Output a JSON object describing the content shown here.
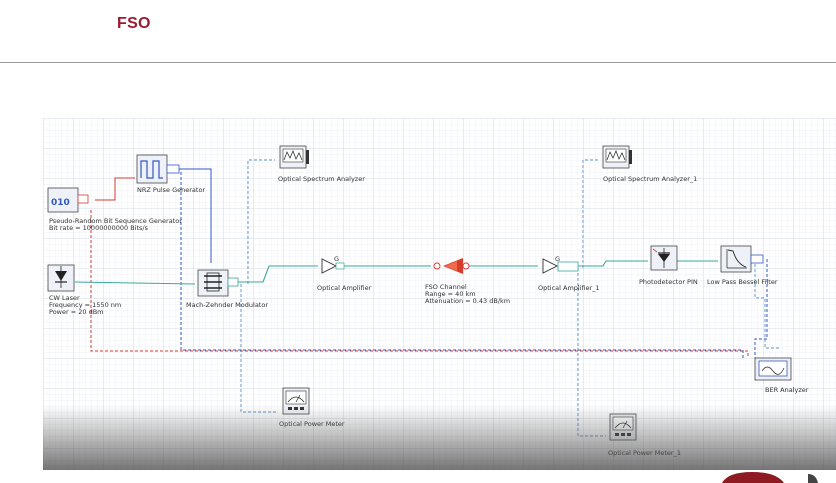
{
  "title": "FSO",
  "colors": {
    "title": "#9b1b30",
    "grid": "#d8e0ec",
    "optical_link": "#3aa79b",
    "electrical_link": "#d63b2e",
    "electrical_blue": "#3357c4",
    "monitor_link": "#5a8fc9",
    "component_border": "#444444"
  },
  "components": {
    "prbs": {
      "name": "Pseudo-Random Bit Sequence Generator",
      "param1": "Bit rate = 10000000000  Bits/s",
      "icon": "bit-sequence-icon"
    },
    "nrz": {
      "name": "NRZ Pulse Generator",
      "icon": "pulse-generator-icon"
    },
    "laser": {
      "name": "CW Laser",
      "param1": "Frequency = 1550  nm",
      "param2": "Power = 20  dBm",
      "icon": "laser-icon"
    },
    "mzm": {
      "name": "Mach-Zehnder Modulator",
      "icon": "modulator-icon"
    },
    "osa1": {
      "name": "Optical Spectrum Analyzer",
      "icon": "spectrum-analyzer-icon"
    },
    "opm1": {
      "name": "Optical Power Meter",
      "icon": "power-meter-icon"
    },
    "amp1": {
      "name": "Optical Amplifier",
      "gain": "G",
      "icon": "amplifier-icon"
    },
    "fso": {
      "name": "FSO Channel",
      "param1": "Range = 40  km",
      "param2": "Attenuation = 0.43  dB/km",
      "icon": "fso-channel-icon"
    },
    "amp2": {
      "name": "Optical Amplifier_1",
      "gain": "G",
      "icon": "amplifier-icon"
    },
    "osa2": {
      "name": "Optical Spectrum Analyzer_1",
      "icon": "spectrum-analyzer-icon"
    },
    "opm2": {
      "name": "Optical Power Meter_1",
      "icon": "power-meter-icon"
    },
    "pd": {
      "name": "Photodetector PIN",
      "icon": "photodetector-icon"
    },
    "lpf": {
      "name": "Low Pass Bessel Filter",
      "icon": "filter-icon"
    },
    "ber": {
      "name": "BER Analyzer",
      "icon": "ber-analyzer-icon"
    }
  }
}
